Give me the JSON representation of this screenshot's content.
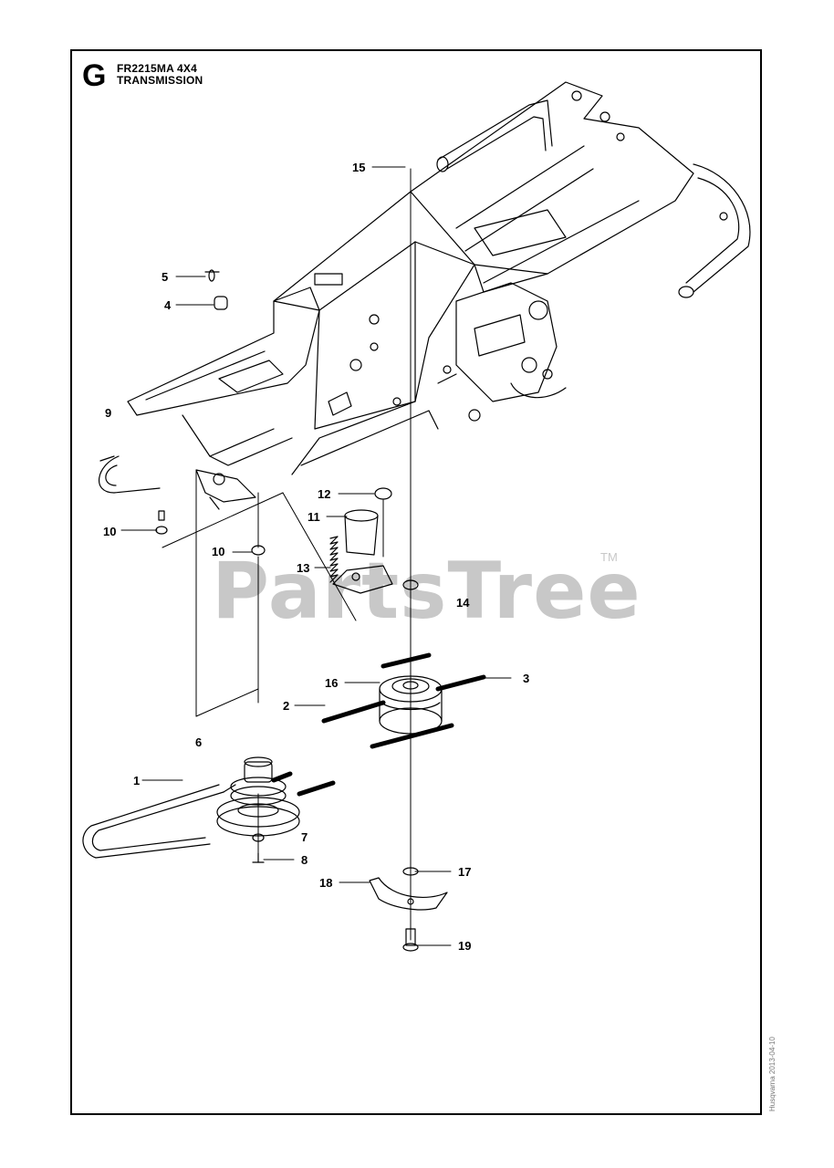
{
  "header": {
    "section_letter": "G",
    "model": "FR2215MA 4X4",
    "title": "TRANSMISSION"
  },
  "watermark": {
    "text": "PartsTree",
    "trademark": "TM"
  },
  "doc_number": "Husqvarna 2013-04-10",
  "callouts": [
    "15",
    "5",
    "4",
    "9",
    "10",
    "10",
    "12",
    "11",
    "13",
    "14",
    "16",
    "3",
    "2",
    "6",
    "1",
    "7",
    "8",
    "17",
    "18",
    "19"
  ],
  "colors": {
    "line": "#000000",
    "watermark": "#c8c8c8"
  }
}
